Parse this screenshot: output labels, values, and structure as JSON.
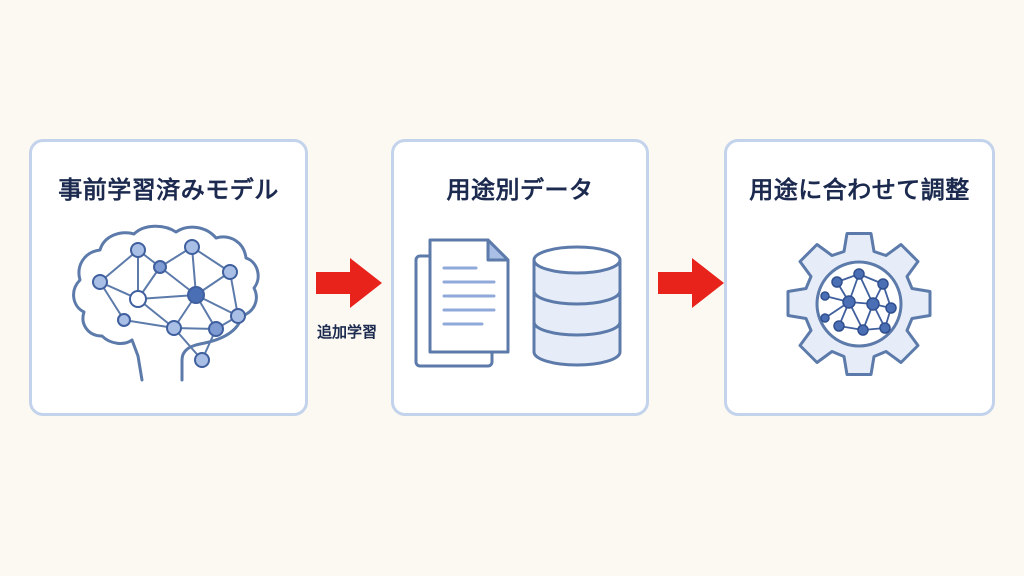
{
  "steps": [
    {
      "title": "事前学習済みモデル",
      "icon": "brain-network-icon"
    },
    {
      "title": "用途別データ",
      "icon": "documents-database-icon"
    },
    {
      "title": "用途に合わせて調整",
      "icon": "gear-network-icon"
    }
  ],
  "arrows": [
    {
      "label": "追加学習",
      "icon": "arrow-right-icon"
    },
    {
      "label": "",
      "icon": "arrow-right-icon"
    }
  ],
  "colors": {
    "background": "#fcf9f2",
    "card_border": "#c3d3ec",
    "title_text": "#1b2a4e",
    "arrow": "#e8231c",
    "icon_stroke": "#5c7aaa",
    "icon_fill": "#e6edf8",
    "node_fill": "#a9bfe6",
    "node_dark": "#4b6fb5"
  }
}
